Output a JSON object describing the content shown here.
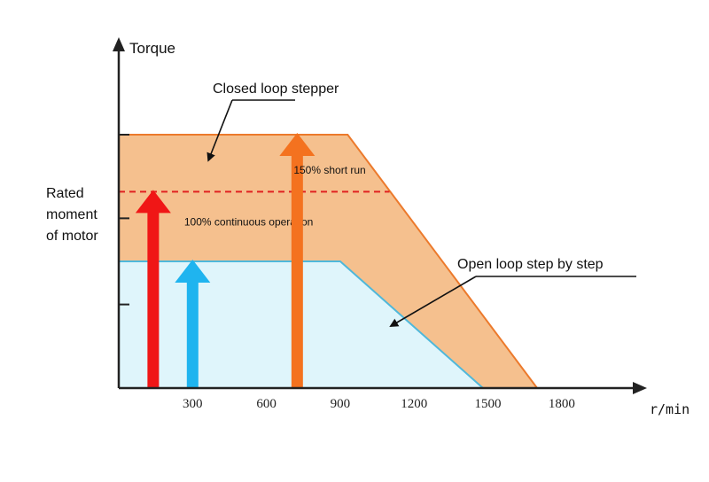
{
  "chart_data": {
    "type": "area",
    "ylabel": "Torque",
    "xlabel": "r/min",
    "x_ticks": [
      300,
      600,
      900,
      1200,
      1500,
      1800
    ],
    "xlim": [
      0,
      2100
    ],
    "ylim": [
      0,
      100
    ],
    "y_tick_marks": [
      33,
      67,
      100
    ],
    "rated_label": [
      "Rated",
      "moment",
      "of motor"
    ],
    "series": [
      {
        "name": "Closed loop stepper",
        "x": [
          0,
          930,
          1700
        ],
        "y": [
          100,
          100,
          0
        ],
        "fill": "#f5c08e",
        "stroke": "#ec7a2c"
      },
      {
        "name": "Open loop step by step",
        "x": [
          0,
          900,
          1480
        ],
        "y": [
          50,
          50,
          0
        ],
        "fill": "#dff5fb",
        "stroke": "#4fb8da"
      }
    ],
    "rated_line": {
      "y": 77.5,
      "x_end": 1100,
      "color": "#e02020"
    },
    "arrows": [
      {
        "x": 140,
        "top": 77.5,
        "color": "#f01616",
        "label": "100% continuous operation"
      },
      {
        "x": 300,
        "top": 50,
        "color": "#1fb4ef",
        "label": ""
      },
      {
        "x": 725,
        "top": 100,
        "color": "#f4721f",
        "label": "150% short run"
      }
    ],
    "callouts": [
      {
        "text": "Closed loop stepper",
        "target": {
          "x": 350,
          "y": 92
        }
      },
      {
        "text": "Open loop step by step",
        "target": {
          "x": 1100,
          "y": 23
        }
      }
    ]
  }
}
